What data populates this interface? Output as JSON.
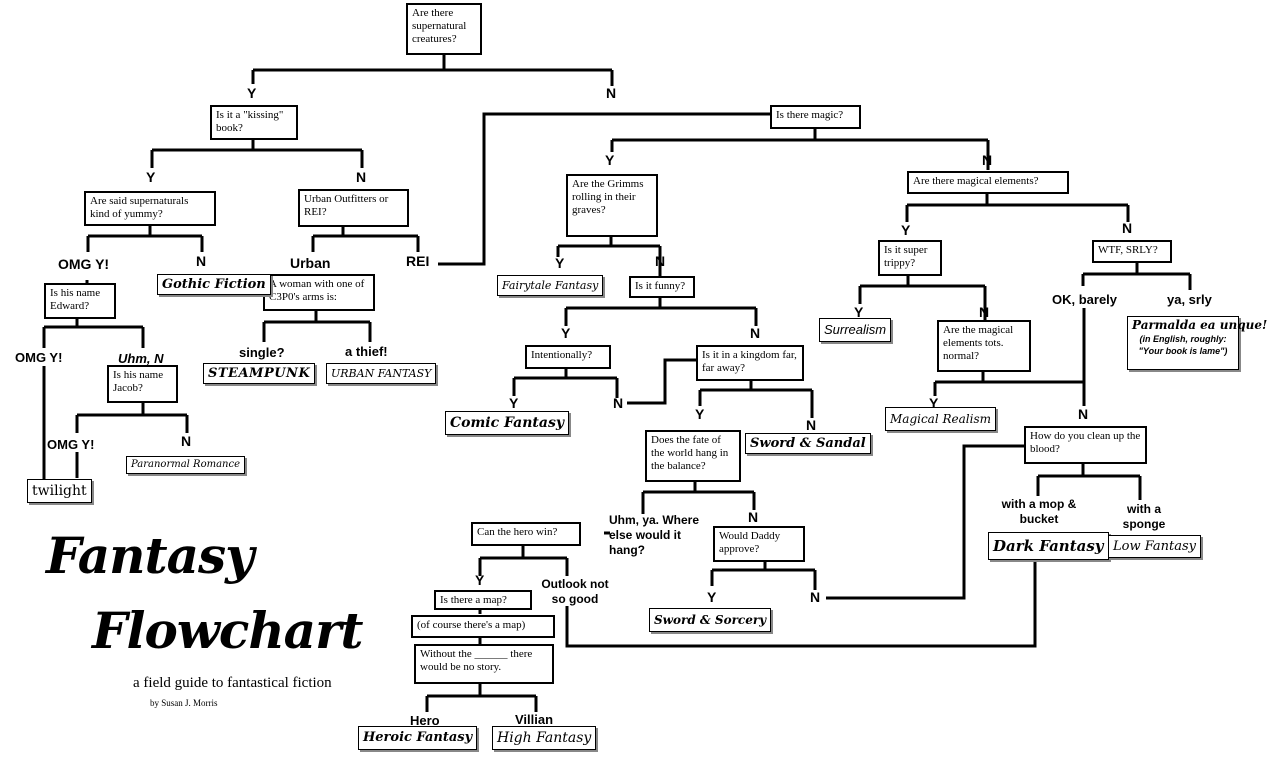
{
  "title": {
    "line1": "Fantasy",
    "line2": "Flowchart",
    "subtitle": "a field guide to fantastical fiction",
    "author": "by Susan J. Morris"
  },
  "questions": {
    "supernatural": "Are there supernatural creatures?",
    "kissing": "Is it a \"kissing\" book?",
    "yummy": "Are said supernaturals kind of yummy?",
    "urban": "Urban Outfitters or REI?",
    "c3po": "A woman with one of C3P0's arms is:",
    "edward": "Is his name Edward?",
    "jacob": "Is his name Jacob?",
    "magic": "Is there magic?",
    "grimms": "Are the Grimms rolling in their graves?",
    "funny": "Is it funny?",
    "intentionally": "Intentionally?",
    "kingdom": "Is it in a kingdom far, far away?",
    "fate": "Does the fate of the world hang in the balance?",
    "hero_win": "Can the hero win?",
    "map": "Is there a map?",
    "of_course": "(of course there's a map)",
    "without": "Without the ______ there would be no story.",
    "daddy": "Would Daddy approve?",
    "elements": "Are there magical elements?",
    "trippy": "Is it super trippy?",
    "normal": "Are the magical elements tots. normal?",
    "srly": "WTF, SRLY?",
    "blood": "How do you clean up the blood?"
  },
  "labels": {
    "y": "Y",
    "n": "N",
    "omg_y": "OMG Y!",
    "urban": "Urban",
    "rei": "REI",
    "single": "single?",
    "thief": "a thief!",
    "uhm_n": "Uhm, N",
    "uhm_ya": "Uhm, ya. Where else would it hang?",
    "outlook": "Outlook not so good",
    "hero": "Hero",
    "villian": "Villian",
    "ok_barely": "OK, barely",
    "ya_srly": "ya, srly",
    "mop": "with a mop & bucket",
    "sponge": "with a sponge"
  },
  "answers": {
    "gothic": "Gothic Fiction",
    "steampunk": "STEAMPUNK",
    "urban_fantasy": "URBAN FANTASY",
    "twilight": "twilight",
    "paranormal": "Paranormal Romance",
    "fairytale": "Fairytale Fantasy",
    "comic": "Comic Fantasy",
    "sword_sandal": "Sword & Sandal",
    "sword_sorcery": "Sword & Sorcery",
    "heroic": "Heroic Fantasy",
    "high": "High Fantasy",
    "surrealism": "Surrealism",
    "magical_realism": "Magical Realism",
    "parmalda": "Parmalda ea unque!",
    "parmalda_note1": "(in English, roughly:",
    "parmalda_note2": "\"Your book is lame\")",
    "dark": "Dark Fantasy",
    "low": "Low Fantasy"
  }
}
